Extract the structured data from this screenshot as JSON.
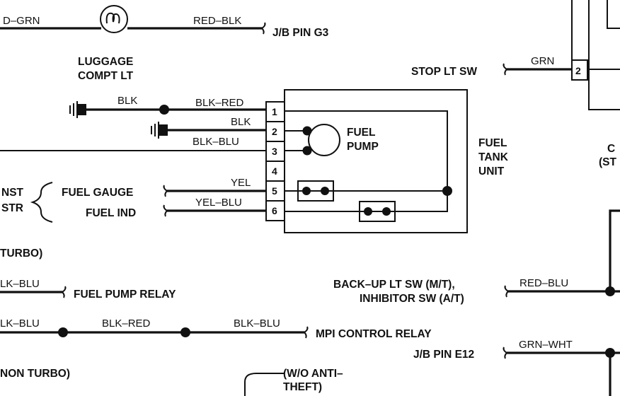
{
  "wires": {
    "d_grn": "D–GRN",
    "red_blk": "RED–BLK",
    "blk": "BLK",
    "blk_red_pin1": "BLK–RED",
    "blk_pin2": "BLK",
    "blk_blu_pin3": "BLK–BLU",
    "yel": "YEL",
    "yel_blu": "YEL–BLU",
    "grn": "GRN",
    "lk_blu_1": "LK–BLU",
    "lk_blu_2": "LK–BLU",
    "blk_red_mpi": "BLK–RED",
    "blk_blu_mpi": "BLK–BLU",
    "red_blu": "RED–BLU",
    "grn_wht": "GRN–WHT"
  },
  "labels": {
    "jb_pin_g3": "J/B PIN G3",
    "luggage_1": "LUGGAGE",
    "luggage_2": "COMPT LT",
    "stop_lt_sw": "STOP LT SW",
    "fuel_pump_1": "FUEL",
    "fuel_pump_2": "PUMP",
    "fuel_tank_1": "FUEL",
    "fuel_tank_2": "TANK",
    "fuel_tank_3": "UNIT",
    "fuel_gauge": "FUEL GAUGE",
    "fuel_ind": "FUEL IND",
    "inst_1": "NST",
    "inst_2": "STR",
    "turbo": "TURBO)",
    "fuel_pump_relay": "FUEL PUMP RELAY",
    "mpi_control_relay": "MPI CONTROL RELAY",
    "non_turbo": "NON TURBO)",
    "backup_1": "BACK–UP LT SW (M/T),",
    "backup_2": "INHIBITOR SW (A/T)",
    "jb_pin_e12": "J/B PIN E12",
    "anti_theft_1": "(W/O ANTI–",
    "anti_theft_2": "THEFT)",
    "right_c_1": "C",
    "right_c_2": "(ST"
  },
  "pins": [
    "1",
    "2",
    "3",
    "4",
    "5",
    "6"
  ],
  "stop_pin": "2"
}
